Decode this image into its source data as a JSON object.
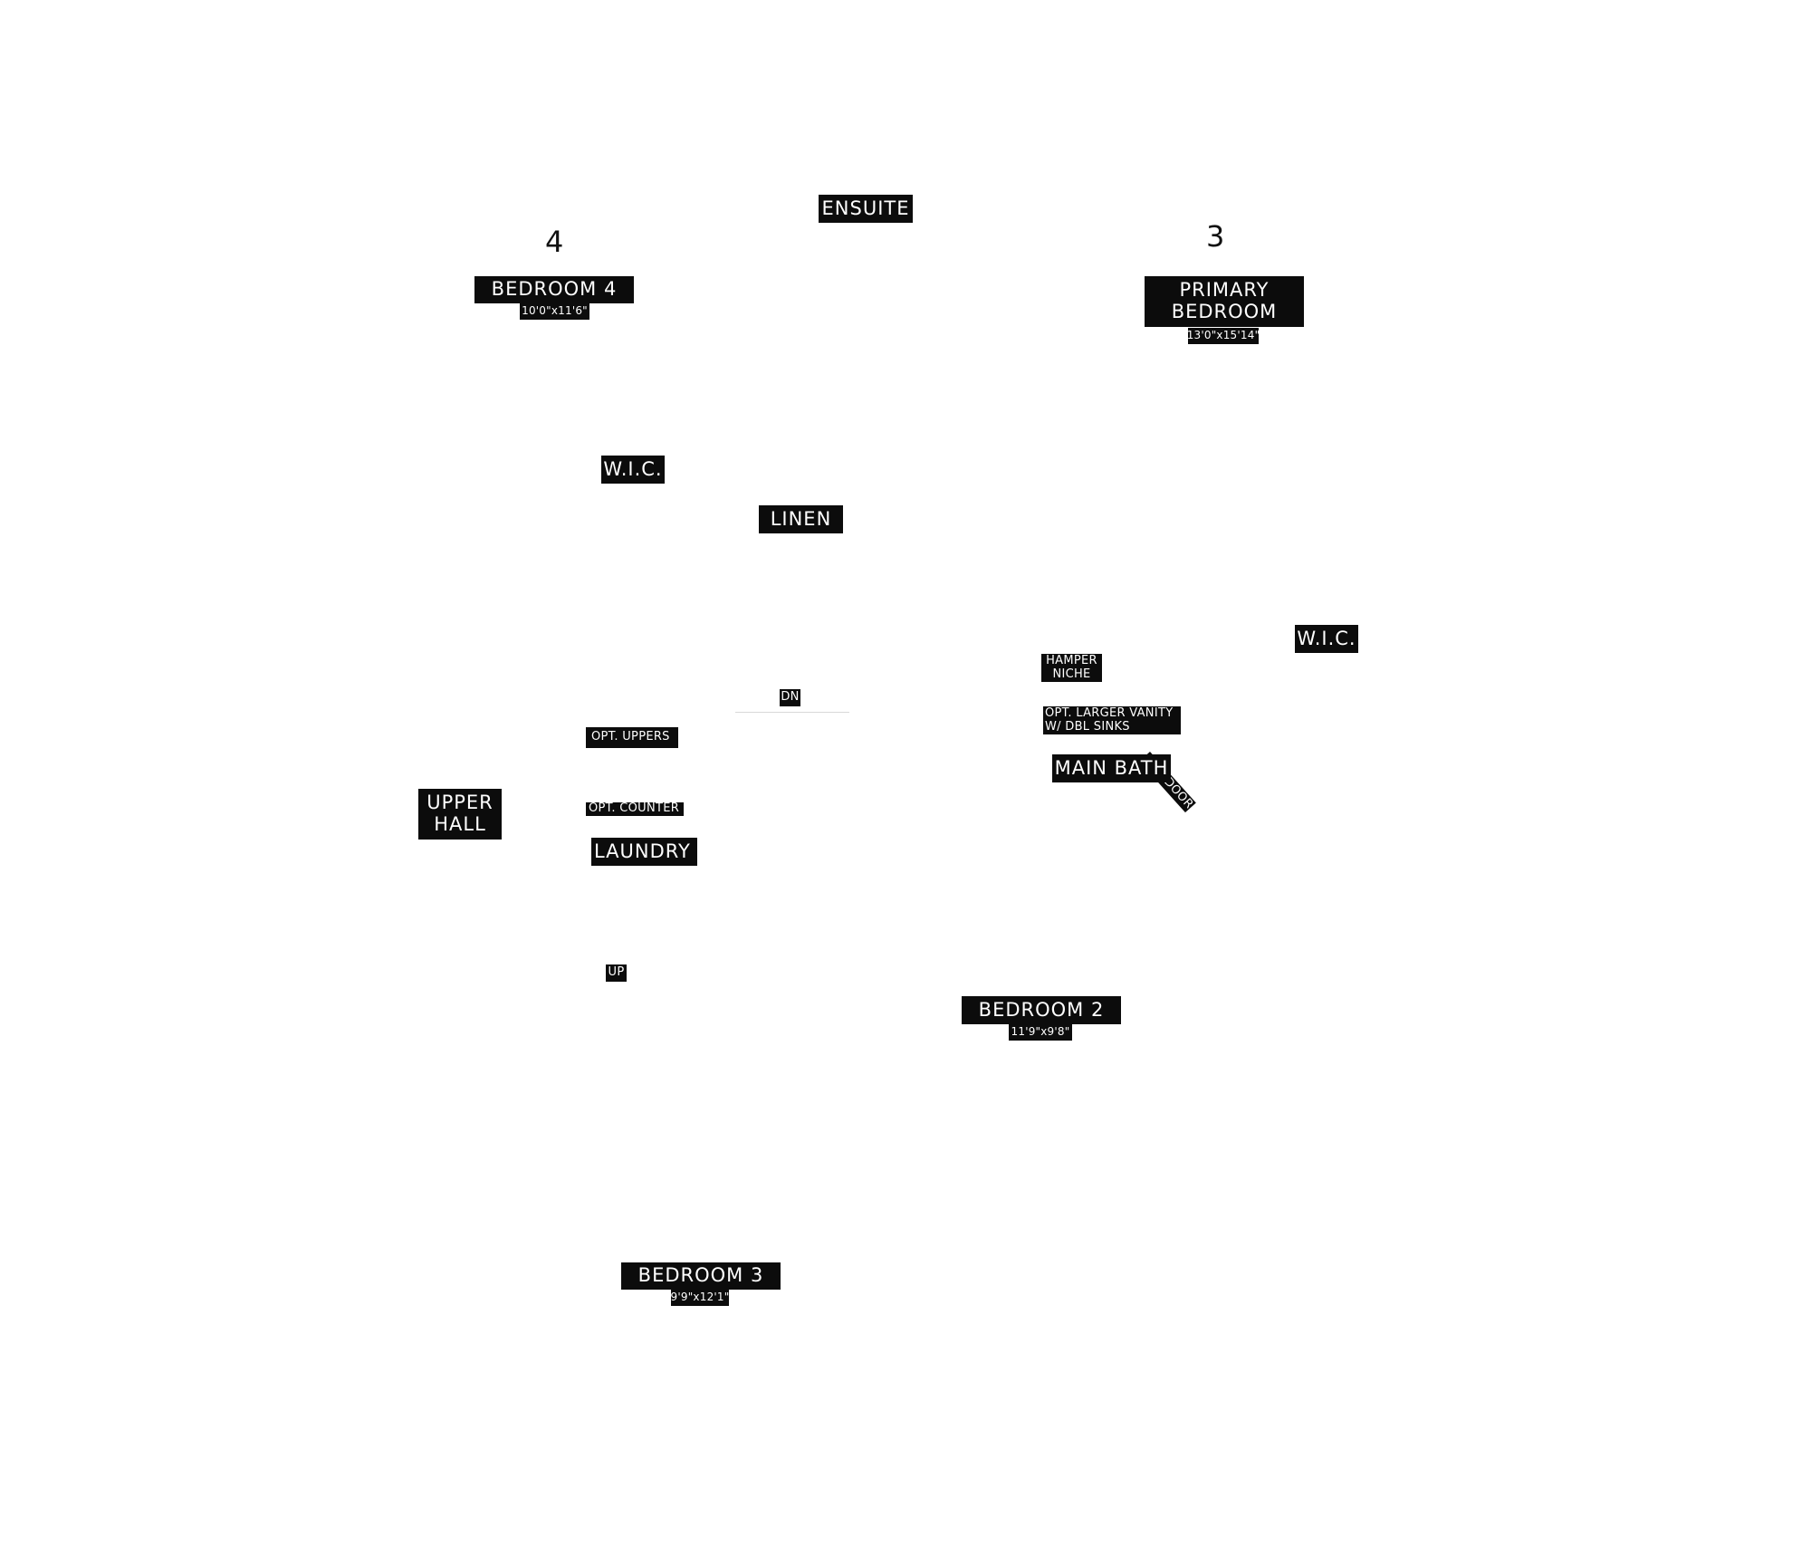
{
  "floor_plan": {
    "markers": {
      "left": "4",
      "right": "3"
    },
    "rooms": {
      "ensuite": "ENSUITE",
      "bedroom_4": {
        "name": "BEDROOM 4",
        "size": "10'0\"x11'6\""
      },
      "primary_bedroom": {
        "name": "PRIMARY\nBEDROOM",
        "size": "13'0\"x15'14\""
      },
      "wic_left": "W.I.C.",
      "linen": "LINEN",
      "wic_right": "W.I.C.",
      "upper_hall": "UPPER\nHALL",
      "laundry": "LAUNDRY",
      "main_bath": "MAIN BATH",
      "bedroom_2": {
        "name": "BEDROOM 2",
        "size": "11'9\"x9'8\""
      },
      "bedroom_3": {
        "name": "BEDROOM 3",
        "size": "9'9\"x12'1\""
      }
    },
    "notes": {
      "hamper_niche": "HAMPER\nNICHE",
      "opt_vanity": "OPT.  LARGER VANITY\nW/ DBL SINKS",
      "opt_door": "OPT. DOOR",
      "opt_uppers": "OPT. UPPERS",
      "opt_counter": "OPT. COUNTER",
      "stair_down": "DN",
      "stair_up": "UP"
    }
  }
}
